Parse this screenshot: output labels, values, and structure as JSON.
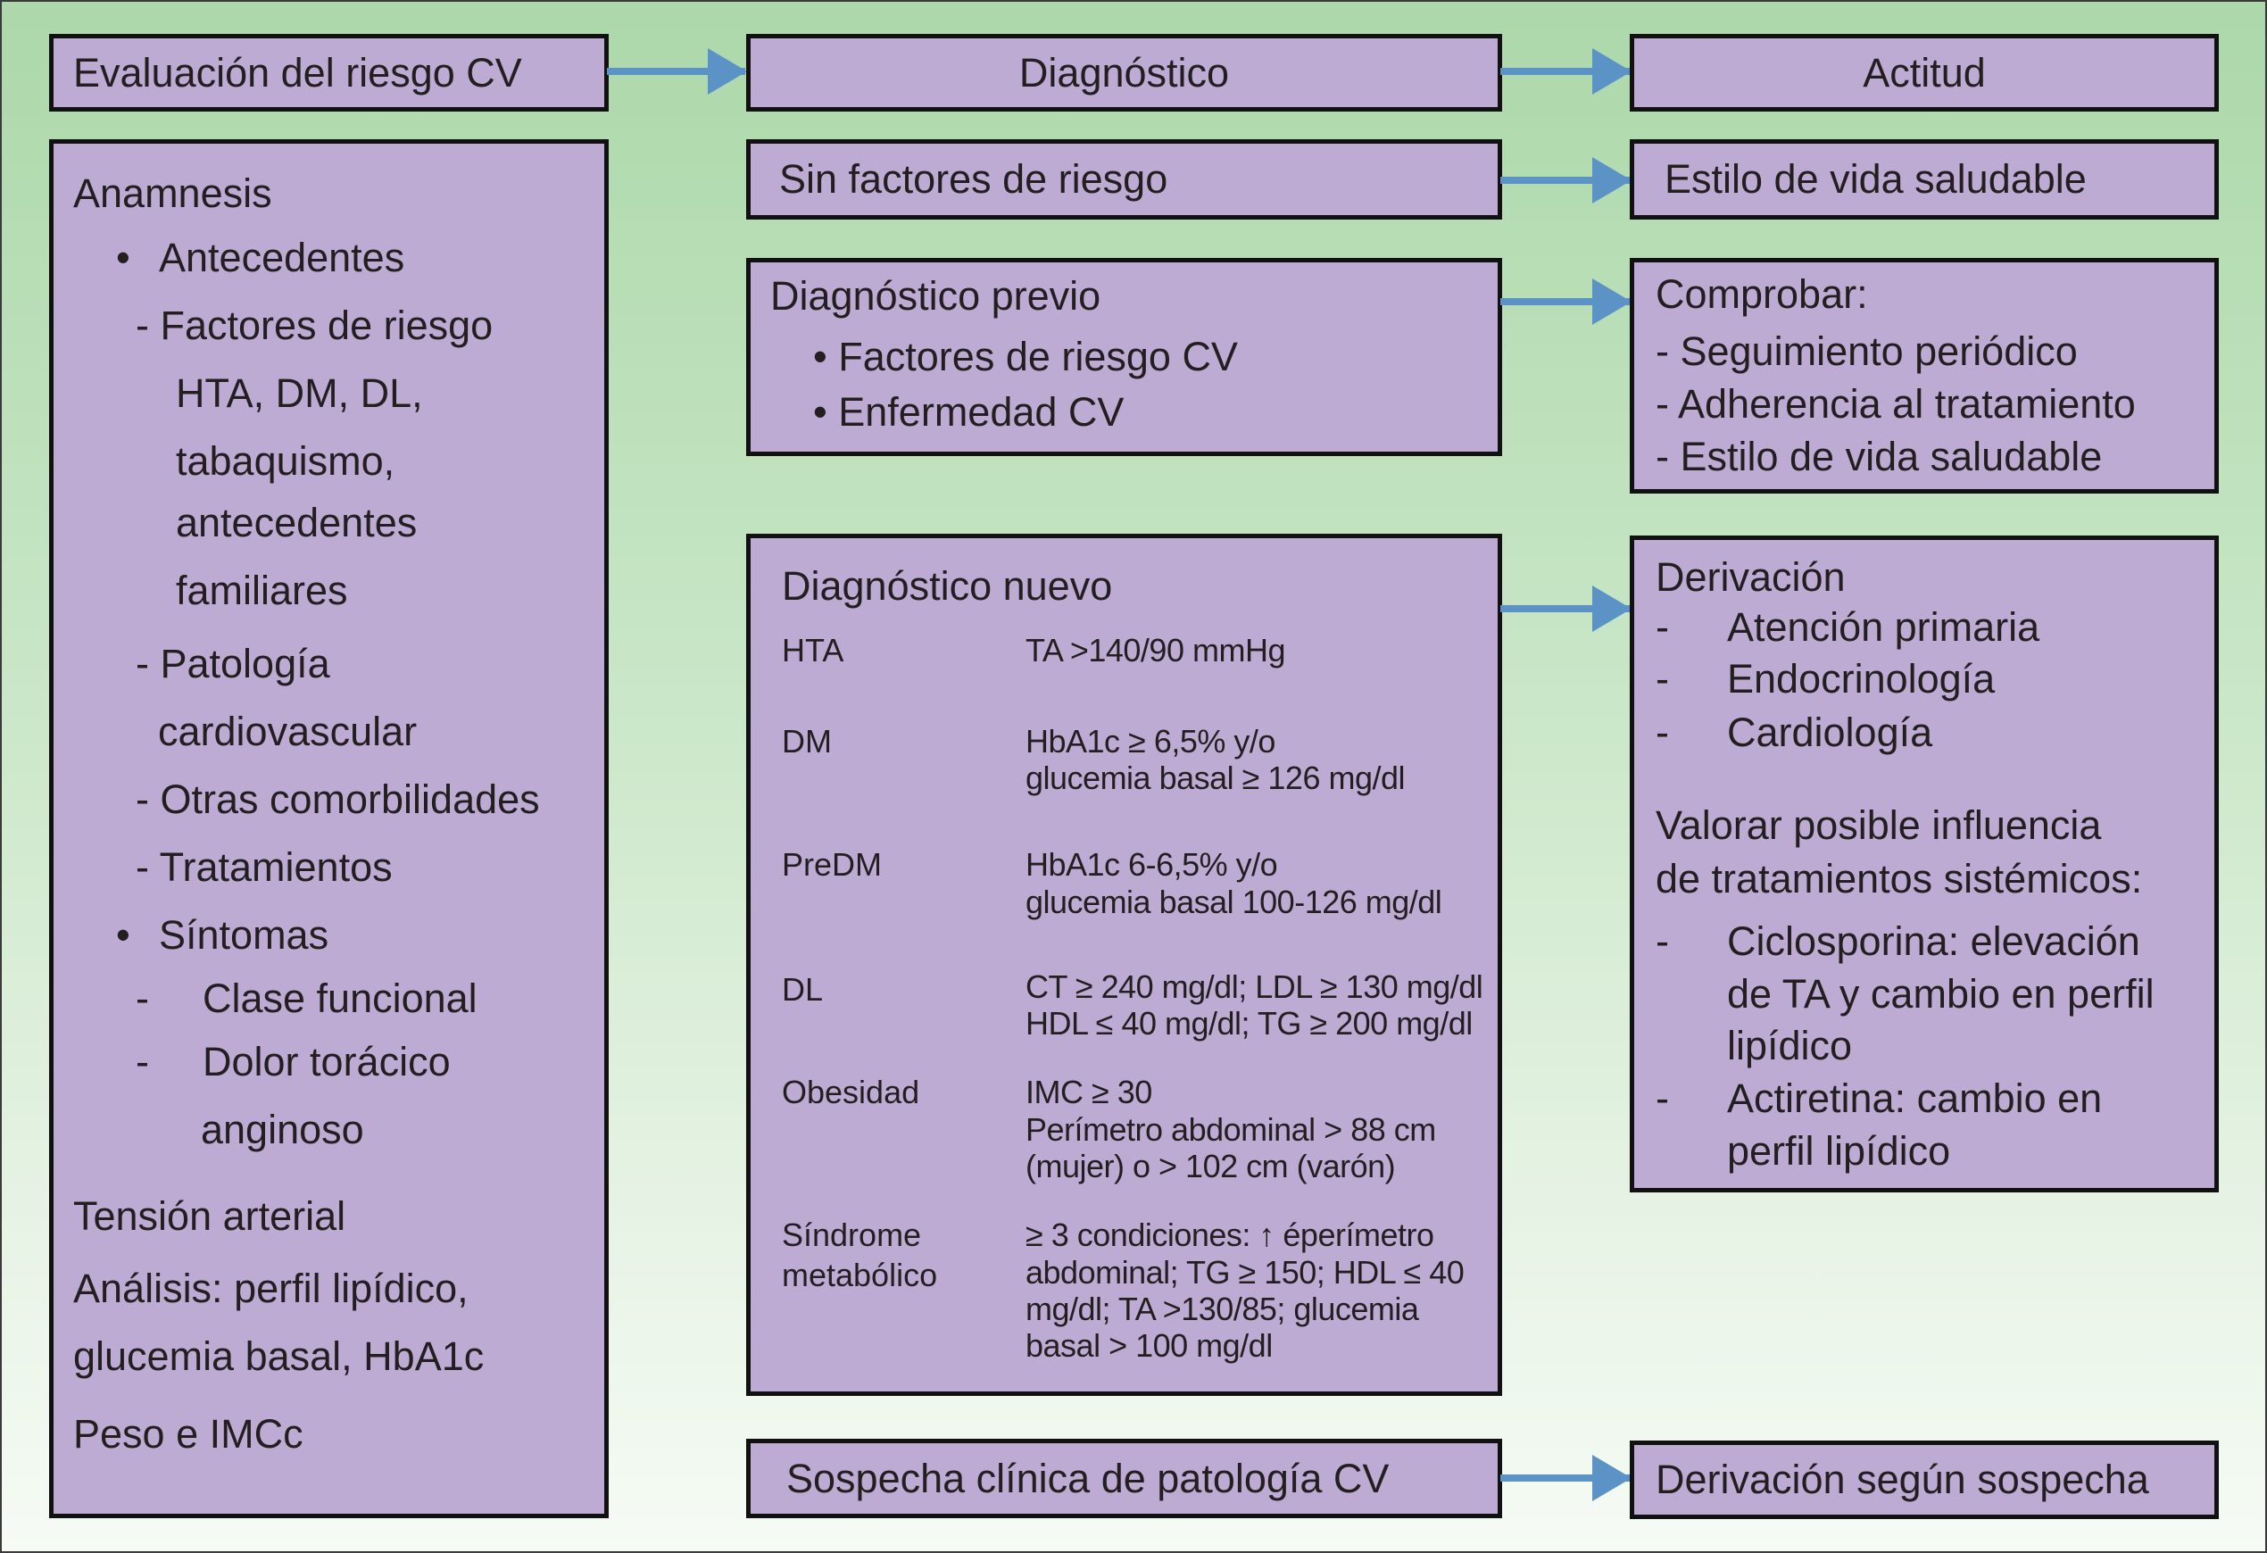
{
  "colors": {
    "box_fill": "#bdabd4",
    "box_border": "#111111",
    "arrow": "#5b93c7",
    "background_top": "#acd8aa",
    "background_bottom": "#f6fbf5"
  },
  "headers": {
    "evaluation": "Evaluación del riesgo CV",
    "diagnosis": "Diagnóstico",
    "action": "Actitud"
  },
  "evaluation": {
    "anamnesis": "Anamnesis",
    "bullet_antecedentes": "•",
    "antecedentes": "Antecedentes",
    "factores": "- Factores  de riesgo",
    "factores_detail": [
      "HTA, DM, DL,",
      "tabaquismo,",
      "antecedentes",
      "familiares"
    ],
    "patologia": [
      "- Patología",
      "cardiovascular"
    ],
    "otras": "- Otras comorbilidades",
    "tratamientos": "- Tratamientos",
    "bullet_sintomas": "•",
    "sintomas": "Síntomas",
    "dash": "-",
    "clase": "Clase funcional",
    "dolor": [
      "Dolor torácico",
      "anginoso"
    ],
    "tension": "Tensión arterial",
    "analisis": [
      "Análisis: perfil lipídico,",
      "glucemia basal, HbA1c"
    ],
    "peso": "Peso e IMCc"
  },
  "diagnosis": {
    "sin_factores": "Sin factores de riesgo",
    "previo": {
      "title": "Diagnóstico previo",
      "items": [
        "• Factores de riesgo CV",
        "• Enfermedad  CV"
      ]
    },
    "nuevo": {
      "title": "Diagnóstico nuevo",
      "rows": [
        {
          "label": [
            "HTA"
          ],
          "criteria": [
            "TA >140/90 mmHg"
          ]
        },
        {
          "label": [
            "DM"
          ],
          "criteria": [
            "HbA1c ≥ 6,5% y/o",
            "glucemia basal ≥ 126 mg/dl"
          ]
        },
        {
          "label": [
            "PreDM"
          ],
          "criteria": [
            "HbA1c 6-6,5% y/o",
            "glucemia basal 100-126 mg/dl"
          ]
        },
        {
          "label": [
            "DL"
          ],
          "criteria": [
            "CT ≥ 240 mg/dl; LDL ≥ 130 mg/dl",
            "HDL ≤ 40 mg/dl; TG ≥ 200 mg/dl"
          ]
        },
        {
          "label": [
            "Obesidad"
          ],
          "criteria": [
            "IMC ≥ 30",
            "Perímetro abdominal > 88 cm",
            "(mujer) o > 102 cm (varón)"
          ]
        },
        {
          "label": [
            "Síndrome",
            "metabólico"
          ],
          "criteria": [
            "≥ 3 condiciones: ↑ éperímetro",
            "abdominal; TG ≥ 150; HDL ≤ 40",
            "mg/dl; TA >130/85; glucemia",
            "basal > 100 mg/dl"
          ]
        }
      ]
    },
    "sospecha": "Sospecha clínica de patología CV"
  },
  "action": {
    "estilo": "Estilo de vida saludable",
    "comprobar": [
      "Comprobar:",
      "- Seguimiento periódico",
      "- Adherencia al tratamiento",
      "- Estilo de vida saludable"
    ],
    "derivacion": {
      "title": "Derivación",
      "dash": "-",
      "items": [
        "Atención primaria",
        "Endocrinología",
        "Cardiología"
      ],
      "valorar": [
        "Valorar posible influencia",
        "de tratamientos sistémicos:"
      ],
      "treatments": [
        [
          "Ciclosporina: elevación",
          "de TA y cambio en perfil",
          "lipídico"
        ],
        [
          "Actiretina: cambio en",
          "perfil lipídico"
        ]
      ]
    },
    "derivacion_sospecha": "Derivación según sospecha"
  }
}
